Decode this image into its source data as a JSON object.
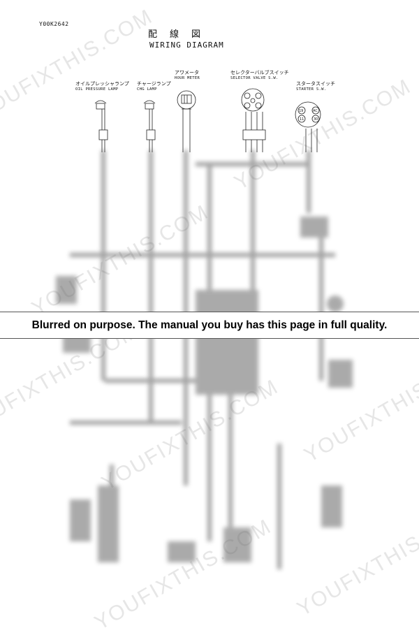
{
  "header": {
    "doc_code": "Y00K2642",
    "title_jp": "配線図",
    "title_en": "WIRING DIAGRAM"
  },
  "components": [
    {
      "label_jp": "オイルプレッシャランプ",
      "label_en": "OIL PRESSURE LAMP"
    },
    {
      "label_jp": "チャージランプ",
      "label_en": "CHG LAMP"
    },
    {
      "label_jp": "アワメータ",
      "label_en": "HOUR METER"
    },
    {
      "label_jp": "セレクターバルブスイッチ",
      "label_en": "SELECTOR VALVE S.W."
    },
    {
      "label_jp": "スタータスイッチ",
      "label_en": "STARTER S.W."
    }
  ],
  "starter_terminals": [
    "19",
    "AC",
    "11",
    "30"
  ],
  "banner": {
    "text": "Blurred on purpose. The manual you buy has this page in full quality."
  },
  "watermark": {
    "text": "YOUFIXTHIS.COM"
  }
}
